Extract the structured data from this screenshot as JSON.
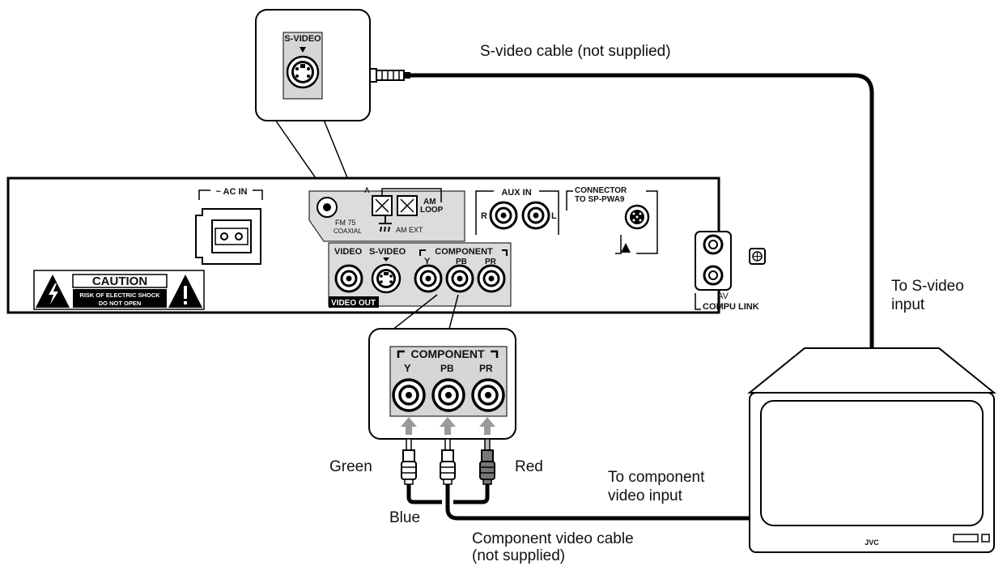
{
  "labels": {
    "svideo_cable": "S-video cable (not supplied)",
    "to_svideo_line1": "To S-video",
    "to_svideo_line2": "input",
    "green": "Green",
    "red": "Red",
    "blue": "Blue",
    "to_component_line1": "To component",
    "to_component_line2": "video input",
    "component_cable_line1": "Component video cable",
    "component_cable_line2": "(not supplied)"
  },
  "panel": {
    "ac_in": "~ AC IN",
    "fm": "FM 75",
    "coaxial": "COAXIAL",
    "antenna": "A",
    "am_loop_1": "AM",
    "am_loop_2": "LOOP",
    "am_ext": "AM EXT",
    "aux_in": "AUX IN",
    "aux_r": "R",
    "aux_l": "L",
    "connector_1": "CONNECTOR",
    "connector_2": "TO SP-PWA9",
    "video": "VIDEO",
    "svideo": "S-VIDEO",
    "component": "COMPONENT",
    "y": "Y",
    "pb": "PB",
    "pr": "PR",
    "video_out": "VIDEO OUT",
    "av": "AV",
    "compu_link": "COMPU LINK",
    "caution": "CAUTION",
    "caution_sub1": "RISK OF ELECTRIC SHOCK",
    "caution_sub2": "DO NOT OPEN"
  },
  "zoom_svideo": {
    "label": "S-VIDEO"
  },
  "zoom_component": {
    "label": "COMPONENT",
    "y": "Y",
    "pb": "PB",
    "pr": "PR"
  },
  "tv": {
    "brand": "JVC"
  }
}
